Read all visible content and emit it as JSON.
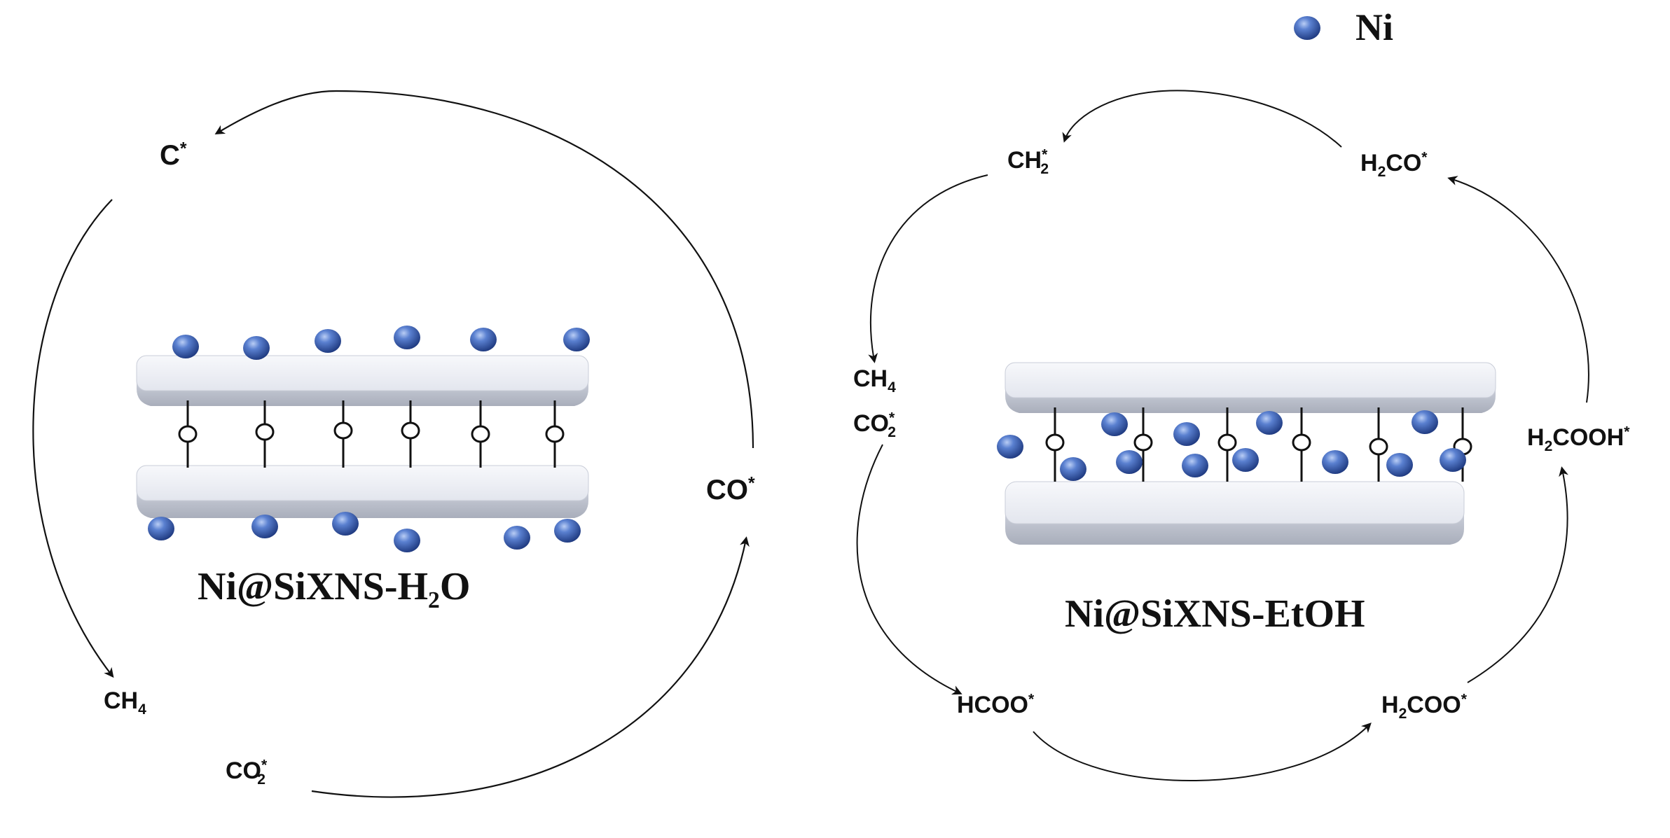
{
  "legend": {
    "marker": "blue-sphere",
    "label": "Ni"
  },
  "colors": {
    "ni_sphere": "#3a5fb0",
    "sheet": "#e6e8ee",
    "arrow": "#111111"
  },
  "left_panel": {
    "title": {
      "main": "Ni@SiXNS-H",
      "sub": "2",
      "tail": "O"
    },
    "cycle": [
      {
        "id": "c",
        "base": "C",
        "sup": "*"
      },
      {
        "id": "ch4",
        "base": "CH",
        "sub": "4"
      },
      {
        "id": "co2",
        "base": "CO",
        "sub": "2",
        "sup": "*"
      },
      {
        "id": "co",
        "base": "CO",
        "sup": "*"
      }
    ]
  },
  "right_panel": {
    "title": "Ni@SiXNS-EtOH",
    "cycle": [
      {
        "id": "ch2",
        "base": "CH",
        "sub": "2",
        "sup": "*"
      },
      {
        "id": "h2co",
        "pre": "H",
        "presub": "2",
        "base": "CO",
        "sup": "*"
      },
      {
        "id": "h2cooh",
        "pre": "H",
        "presub": "2",
        "base": "COOH",
        "sup": "*"
      },
      {
        "id": "h2coo",
        "pre": "H",
        "presub": "2",
        "base": "COO",
        "sup": "*"
      },
      {
        "id": "hcoo",
        "base": "HCOO",
        "sup": "*"
      },
      {
        "id": "ch4",
        "base": "CH",
        "sub": "4"
      },
      {
        "id": "co2",
        "base": "CO",
        "sub": "2",
        "sup": "*"
      }
    ]
  }
}
